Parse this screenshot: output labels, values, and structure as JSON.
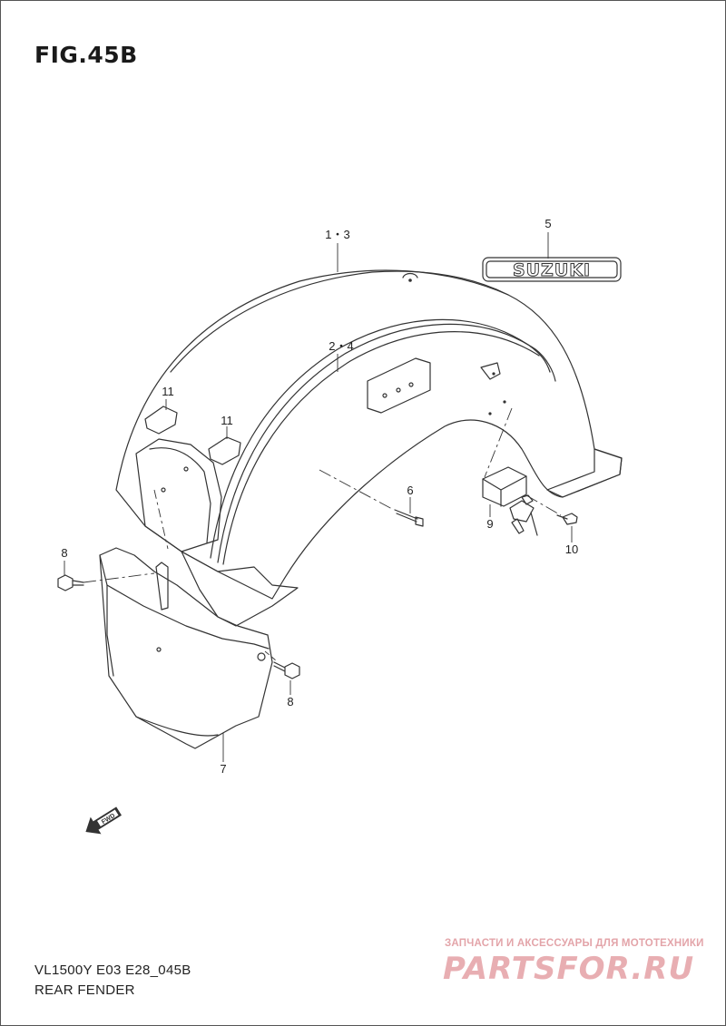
{
  "figure": {
    "title": "FIG.45B",
    "model_code": "VL1500Y E03 E28_045B",
    "section_name": "REAR FENDER"
  },
  "callouts": {
    "c_1_3": "1・3",
    "c_2_4": "2・4",
    "c_5": "5",
    "c_6": "6",
    "c_7": "7",
    "c_8a": "8",
    "c_8b": "8",
    "c_9": "9",
    "c_10": "10",
    "c_11a": "11",
    "c_11b": "11"
  },
  "emblem": {
    "text": "SUZUKI"
  },
  "fwd_arrow": {
    "text": "FWD",
    "icon": "fwd-arrow-icon"
  },
  "watermark": {
    "tagline": "ЗАПЧАСТИ И АКСЕССУАРЫ ДЛЯ МОТОТЕХНИКИ",
    "logo": "PARTSFOR.RU",
    "color": "#e8aeb2"
  },
  "colors": {
    "line": "#333333",
    "background": "#ffffff"
  }
}
